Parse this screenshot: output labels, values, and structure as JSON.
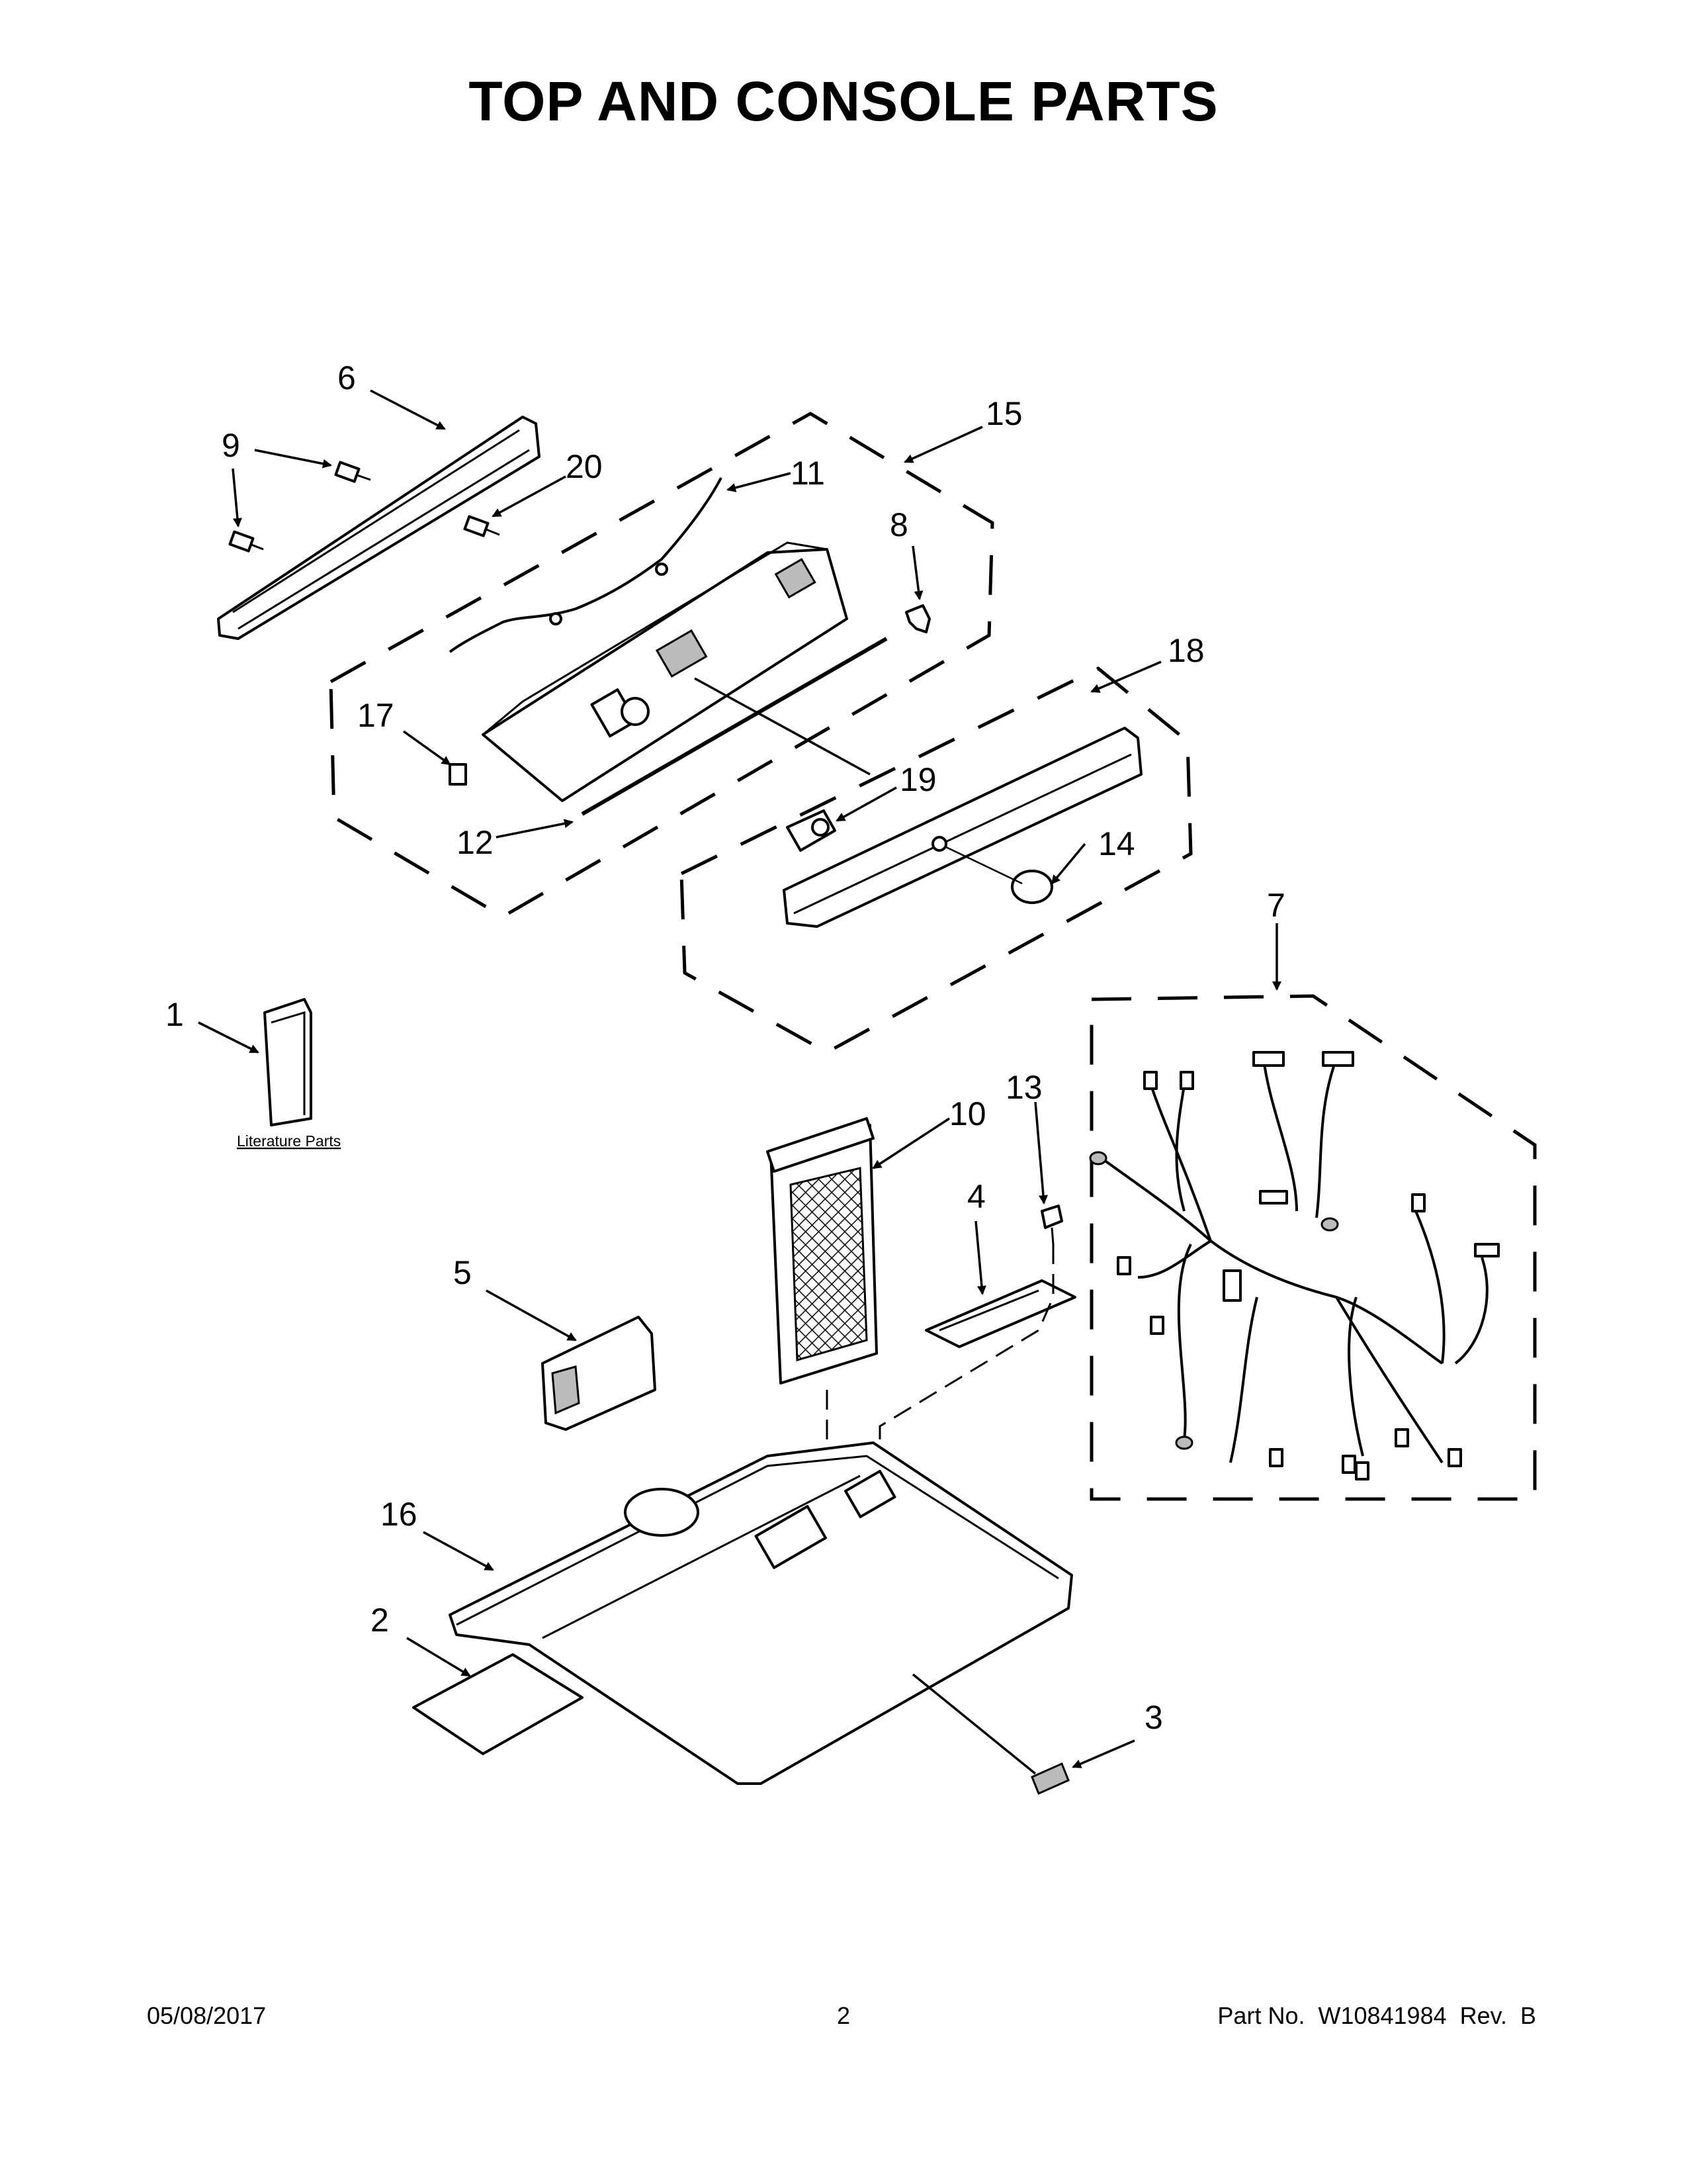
{
  "title": "TOP AND CONSOLE PARTS",
  "footer": {
    "date": "05/08/2017",
    "page": "2",
    "part_number": "Part No.  W10841984  Rev.  B"
  },
  "literature_label": "Literature Parts",
  "callouts": {
    "c1": "1",
    "c2": "2",
    "c3": "3",
    "c4": "4",
    "c5": "5",
    "c6": "6",
    "c7": "7",
    "c8": "8",
    "c9": "9",
    "c10": "10",
    "c11": "11",
    "c12": "12",
    "c13": "13",
    "c14": "14",
    "c15": "15",
    "c16": "16",
    "c17": "17",
    "c18": "18",
    "c19": "19",
    "c20": "20"
  }
}
